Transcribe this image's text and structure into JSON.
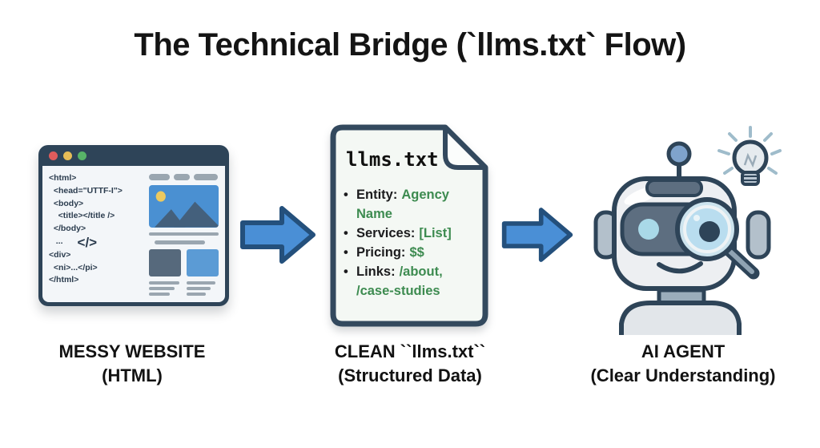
{
  "title": "The Technical Bridge (`llms.txt` Flow)",
  "browser": {
    "code_lines": [
      "<html>",
      "  <head=\"UTTF-I\">",
      "  <body>",
      "    <title></title />",
      "  </body>",
      "   ...",
      "<div>",
      "  <ni>...</pi>",
      "</html>"
    ],
    "code_glyph": "</>"
  },
  "document": {
    "filename": "llms.txt",
    "bullet": "•",
    "entries": [
      {
        "label": "Entity:",
        "value": "Agency Name"
      },
      {
        "label": "Services:",
        "value": "[List]"
      },
      {
        "label": "Pricing:",
        "value": "$$"
      },
      {
        "label": "Links:",
        "value": "/about, /case-studies"
      }
    ]
  },
  "captions": [
    {
      "line1": "MESSY WEBSITE",
      "line2": "(HTML)"
    },
    {
      "line1": "CLEAN ``llms.txt``",
      "line2": "(Structured Data)"
    },
    {
      "line1": "AI AGENT",
      "line2": "(Clear Understanding)"
    }
  ],
  "colors": {
    "outline_navy": "#2e4458",
    "arrow_blue": "#4a8fd6",
    "value_green": "#3d8b50",
    "wireframe_blue": "#4a90d2",
    "status_red": "#e05c5c",
    "status_yellow": "#e6bd57",
    "status_green": "#57b368"
  }
}
